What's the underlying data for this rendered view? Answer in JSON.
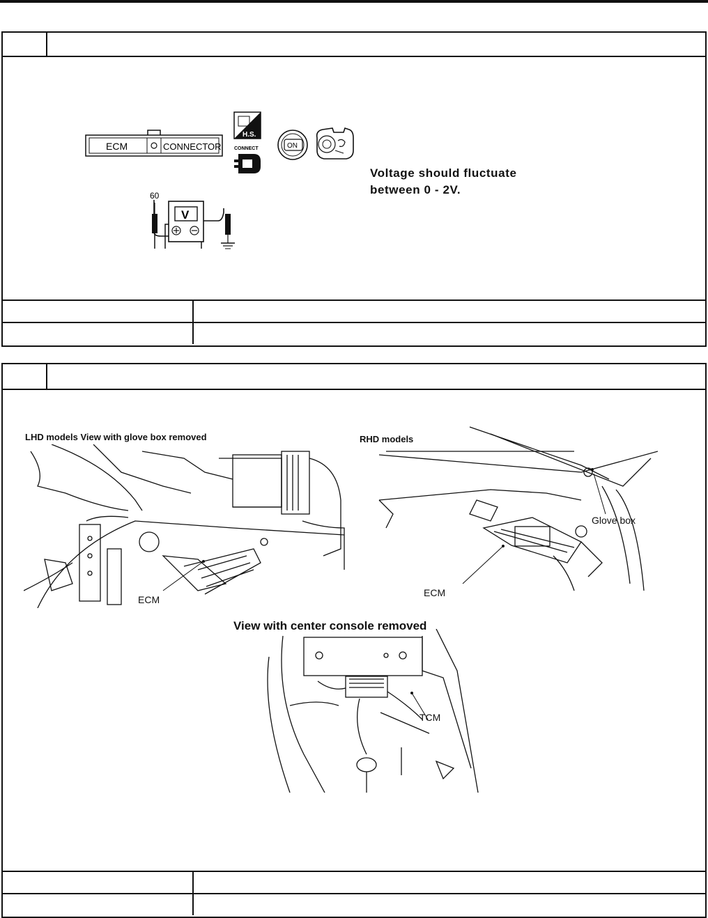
{
  "step1": {
    "connector_ecm": "ECM",
    "connector_word": "CONNECTOR",
    "pin": "60",
    "meter": "V",
    "hs_label": "H.S.",
    "connect_label": "CONNECT",
    "key_label": "ON",
    "spec_line1": "Voltage should fluctuate",
    "spec_line2": "between 0 - 2V."
  },
  "step2": {
    "lhd_title": "LHD models View with glove box removed",
    "lhd_ecm": "ECM",
    "rhd_title": "RHD models",
    "rhd_glovebox": "Glove box",
    "rhd_ecm": "ECM",
    "console_title": "View with center console removed",
    "console_tcm": "TCM"
  }
}
